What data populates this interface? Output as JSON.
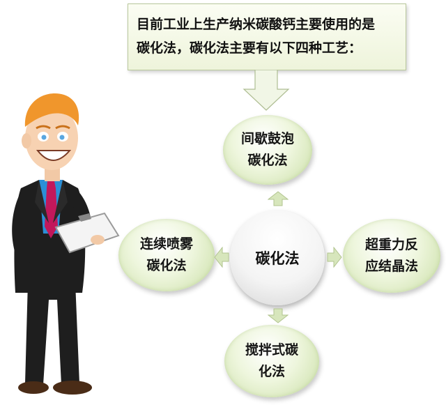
{
  "callout": {
    "line1": "目前工业上生产纳米碳酸钙主要使用的是",
    "line2": "碳化法，碳化法主要有以下四种工艺："
  },
  "center_label": "碳化法",
  "methods": {
    "top": {
      "line1": "间歇鼓泡",
      "line2": "碳化法"
    },
    "left": {
      "line1": "连续喷雾",
      "line2": "碳化法"
    },
    "right": {
      "line1": "超重力反",
      "line2": "应结晶法"
    },
    "bottom": {
      "line1": "搅拌式碳",
      "line2": "化法"
    }
  },
  "colors": {
    "node_fill": "#dfecc4",
    "arrow_fill": "#d7e6bc",
    "callout_border": "#b8c79b",
    "tie": "#c2185b",
    "shirt": "#2b8fd6",
    "suit": "#1e1e1e",
    "hair": "#f0962c"
  },
  "icons": [
    "businessman-illustration",
    "clipboard-icon",
    "arrow-up-icon",
    "arrow-down-icon",
    "arrow-left-icon",
    "arrow-right-icon"
  ]
}
